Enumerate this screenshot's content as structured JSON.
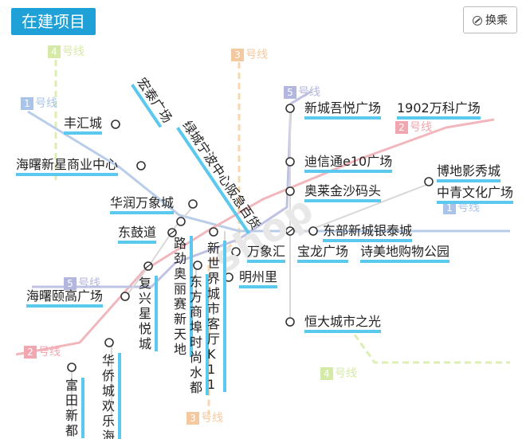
{
  "header": {
    "title": "在建项目",
    "transfer_label": "换乘"
  },
  "watermark": "shop",
  "colors": {
    "accent": "#1fa0d6",
    "highlight": "#5bc9ee",
    "line1": "#b9cde8",
    "line2": "#f2b7bd",
    "line3": "#f8d6b0",
    "line4": "#dcefb2",
    "line5": "#bfc2e3"
  },
  "line_tags": [
    {
      "num": "4",
      "label": "号线",
      "color": "#d6eaa8"
    },
    {
      "num": "3",
      "label": "号线",
      "color": "#f5c9a0"
    },
    {
      "num": "1",
      "label": "号线",
      "color": "#a9c4e8"
    },
    {
      "num": "5",
      "label": "号线",
      "color": "#b3b6de"
    },
    {
      "num": "2",
      "label": "号线",
      "color": "#f0a7b0"
    },
    {
      "num": "1",
      "label": "号线",
      "color": "#a9c4e8"
    },
    {
      "num": "5",
      "label": "号线",
      "color": "#b3b6de"
    },
    {
      "num": "2",
      "label": "号线",
      "color": "#f0a7b0"
    },
    {
      "num": "4",
      "label": "号线",
      "color": "#d6eaa8"
    },
    {
      "num": "3",
      "label": "号线",
      "color": "#f5c9a0"
    }
  ],
  "stations": [
    "丰汇城",
    "海曙新星商业中心",
    "华润万象城",
    "东鼓道",
    "海曙颐高广场",
    "复兴星悦城",
    "华侨城欢乐海",
    "富田新都",
    "路劲奥丽赛新天地",
    "东方商埠时尚水都",
    "新世界城市客厅K11",
    "万象汇",
    "明州里",
    "宝龙广场",
    "诗美地购物公园",
    "东部新城银泰城",
    "恒大城市之光",
    "新城吾悦广场",
    "1902万科广场",
    "迪信通e10广场",
    "奥莱金沙码头",
    "博地影秀城",
    "中青文化广场",
    "宏泰广场",
    "绿城宁波中心阪急百货"
  ]
}
